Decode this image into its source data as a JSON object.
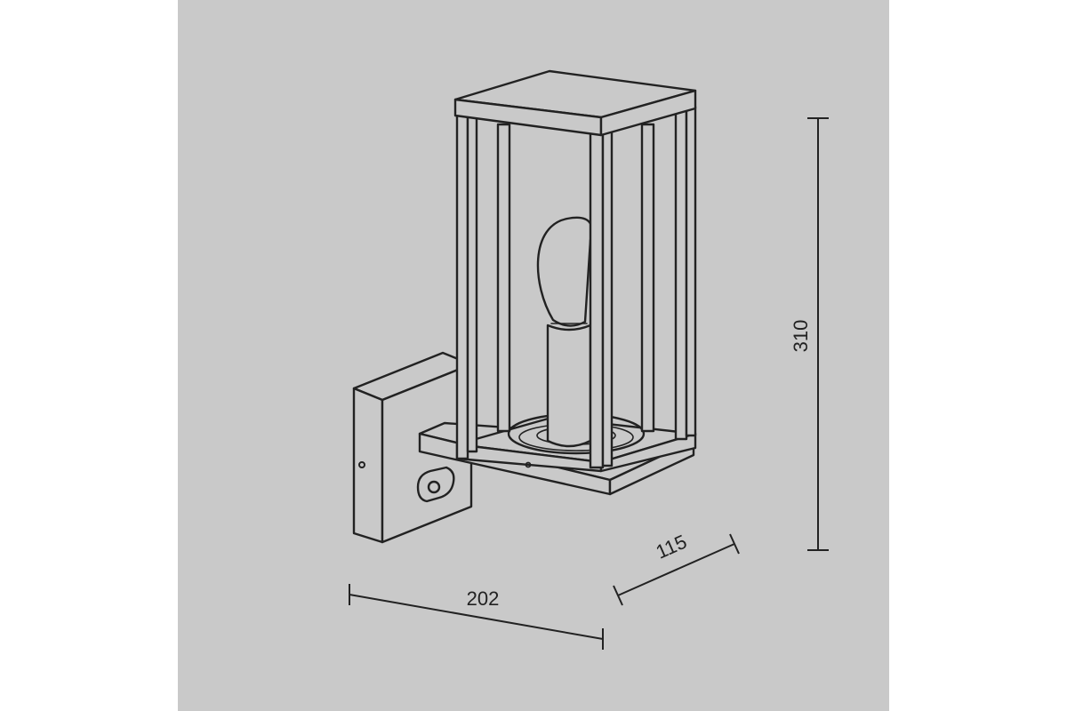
{
  "dimensions": {
    "height": "310",
    "width": "202",
    "depth": "115"
  },
  "colors": {
    "background": "#c9c9c9",
    "outer": "#ffffff",
    "line": "#222222"
  }
}
